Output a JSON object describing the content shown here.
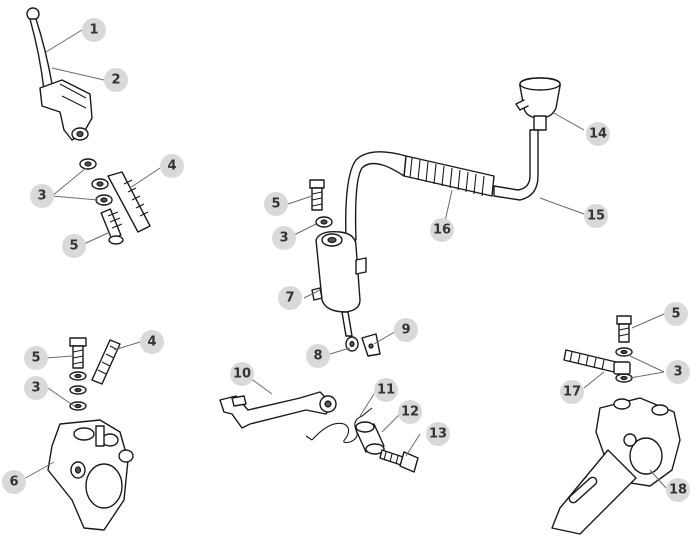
{
  "callouts": [
    {
      "id": "c1",
      "label": "1"
    },
    {
      "id": "c2",
      "label": "2"
    },
    {
      "id": "c3a",
      "label": "3"
    },
    {
      "id": "c4a",
      "label": "4"
    },
    {
      "id": "c5a",
      "label": "5"
    },
    {
      "id": "c5b",
      "label": "5"
    },
    {
      "id": "c3b",
      "label": "3"
    },
    {
      "id": "c7",
      "label": "7"
    },
    {
      "id": "c8",
      "label": "8"
    },
    {
      "id": "c9",
      "label": "9"
    },
    {
      "id": "c14",
      "label": "14"
    },
    {
      "id": "c15",
      "label": "15"
    },
    {
      "id": "c16",
      "label": "16"
    },
    {
      "id": "c5c",
      "label": "5"
    },
    {
      "id": "c4b",
      "label": "4"
    },
    {
      "id": "c3c",
      "label": "3"
    },
    {
      "id": "c6",
      "label": "6"
    },
    {
      "id": "c10",
      "label": "10"
    },
    {
      "id": "c11",
      "label": "11"
    },
    {
      "id": "c12",
      "label": "12"
    },
    {
      "id": "c13",
      "label": "13"
    },
    {
      "id": "c5d",
      "label": "5"
    },
    {
      "id": "c3d",
      "label": "3"
    },
    {
      "id": "c17",
      "label": "17"
    },
    {
      "id": "c18",
      "label": "18"
    }
  ]
}
